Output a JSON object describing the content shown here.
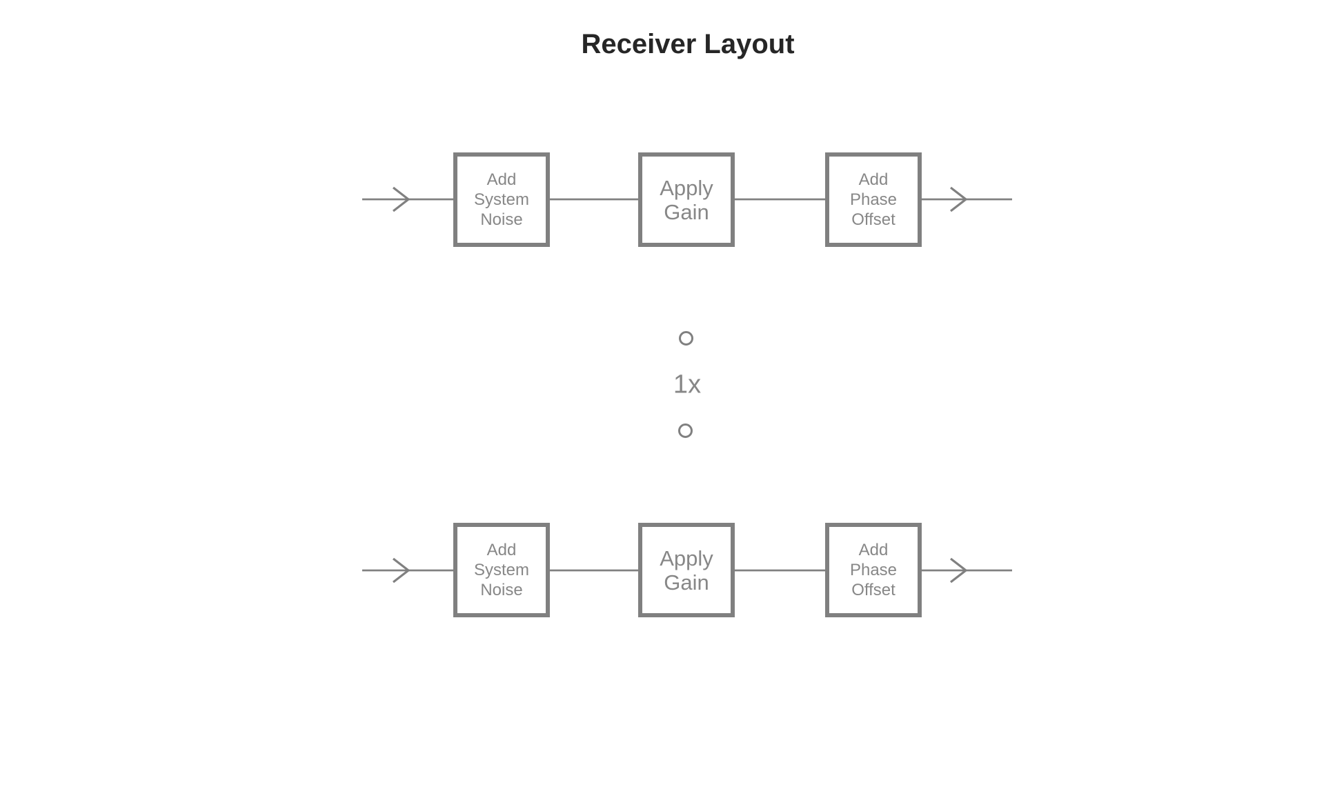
{
  "title": "Receiver Layout",
  "diagram": {
    "repeat_label": "1x",
    "rows": [
      {
        "name": "receiver-chain-1",
        "blocks": [
          {
            "label": "Add\nSystem\nNoise"
          },
          {
            "label": "Apply\nGain"
          },
          {
            "label": "Add\nPhase\nOffset"
          }
        ]
      },
      {
        "name": "receiver-chain-2",
        "blocks": [
          {
            "label": "Add\nSystem\nNoise"
          },
          {
            "label": "Apply\nGain"
          },
          {
            "label": "Add\nPhase\nOffset"
          }
        ]
      }
    ],
    "colors": {
      "line": "#808080",
      "box_border": "#808080",
      "box_text": "#878787",
      "title_text": "#262626"
    }
  }
}
